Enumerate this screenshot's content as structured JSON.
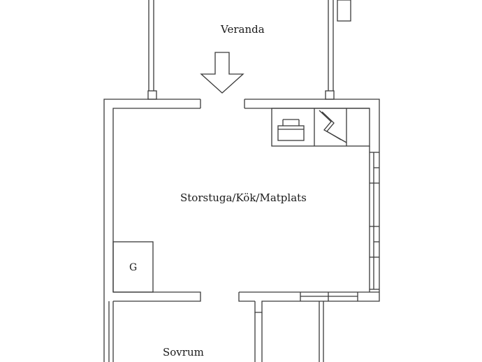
{
  "rooms": {
    "veranda": "Veranda",
    "living": "Storstuga/Kök/Matplats",
    "bedroom": "Sovrum"
  },
  "fixtures": {
    "g_label": "G"
  },
  "colors": {
    "line": "#3a3a3a",
    "background": "#ffffff"
  }
}
